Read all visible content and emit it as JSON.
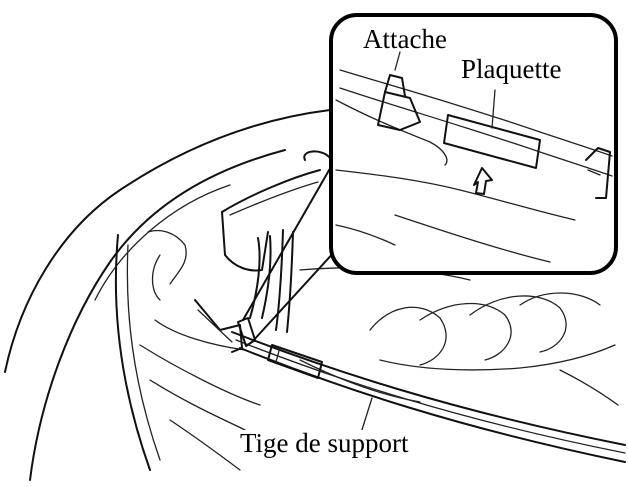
{
  "labels": {
    "clip": "Attache",
    "pad": "Plaquette",
    "rod": "Tige de support"
  }
}
